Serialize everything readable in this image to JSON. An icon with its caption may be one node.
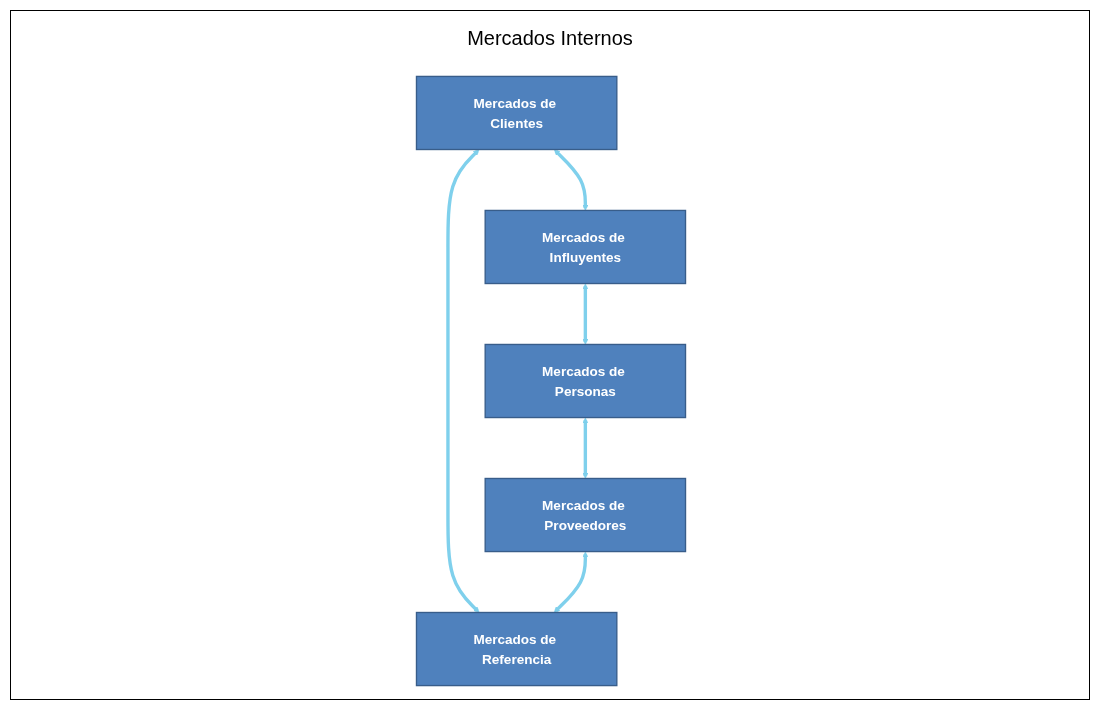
{
  "diagram": {
    "nodes": [
      {
        "text": [
          "Mercados de Clientes"
        ]
      },
      {
        "text": [
          "Mercados de Influyentes"
        ]
      },
      {
        "text": [
          "Mercados de Referencia"
        ]
      },
      {
        "text": [
          "Mercados de Personas"
        ]
      },
      {
        "text": [
          "Mercados de Proveedores"
        ]
      }
    ],
    "edges": [
      {
        "from": 0,
        "to": 1,
        "arrow": "both"
      },
      {
        "from": 0,
        "to": 2,
        "arrow": "both"
      },
      {
        "from": 1,
        "to": 3,
        "arrow": "both"
      },
      {
        "from": 3,
        "to": 4,
        "arrow": "both"
      },
      {
        "from": 4,
        "to": 2,
        "arrow": "both"
      }
    ],
    "labels": [
      "Mercados Internos"
    ]
  }
}
